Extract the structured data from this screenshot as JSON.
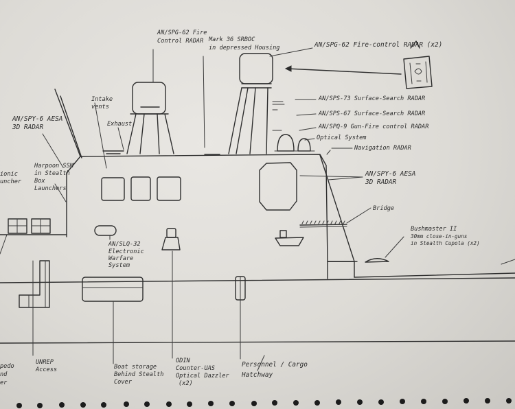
{
  "labels": {
    "aesa_left": [
      "AN/SPY-6 AESA",
      "3D RADAR"
    ],
    "fire_control_top": [
      "AN/SPG-62 Fire",
      "Control RADAR"
    ],
    "srboc": [
      "Mark 36 SRBOC",
      "in depressed Housing"
    ],
    "fire_control_x2": "AN/SPG-62 Fire-control RADAR (x2)",
    "intake": [
      "Intake",
      "vents"
    ],
    "exhaust": "Exhaust",
    "sps73": "AN/SPS-73 Surface-Search RADAR",
    "sps67": "AN/SPS-67 Surface-Search RADAR",
    "spq9": "AN/SPQ-9 Gun-Fire control RADAR",
    "optical": "Optical System",
    "navigation": "Navigation RADAR",
    "aesa_right": [
      "AN/SPY-6 AESA",
      "3D RADAR"
    ],
    "bridge": "Bridge",
    "bushmaster": [
      "Bushmaster II",
      "30mm close-in-guns",
      "in Stealth Cupola (x2)"
    ],
    "harpoon": [
      "Harpoon SSM",
      "in Stealth",
      "Box",
      "Launchers"
    ],
    "torpedo_launcher": [
      "ionic",
      "uncher"
    ],
    "slq32": [
      "AN/SLQ-32",
      "Electronic",
      "Warfare",
      "System"
    ],
    "unrep": [
      "UNREP",
      "Access"
    ],
    "boat_storage": [
      "Boat storage",
      "Behind Stealth",
      "Cover"
    ],
    "odin": [
      "ODIN",
      "Counter-UAS",
      "Optical Dazzler",
      "(x2)"
    ],
    "personnel": [
      "Personnel / Cargo",
      "Hatchway"
    ],
    "torpedo_bottom": [
      "pedo",
      "nd",
      "er"
    ]
  }
}
